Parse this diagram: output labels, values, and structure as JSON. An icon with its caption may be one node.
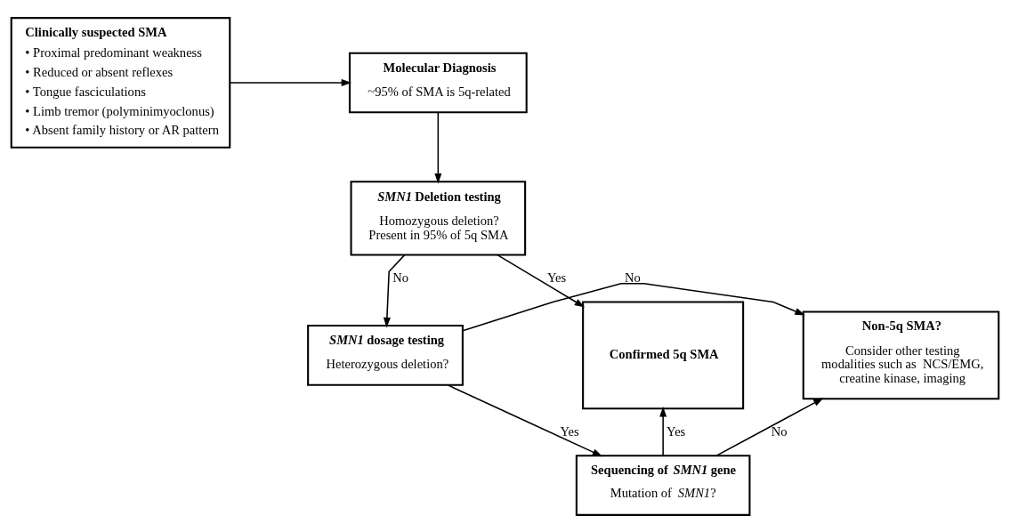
{
  "diagram": {
    "nodes": [
      {
        "text": [
          "Clinically suspected SMA",
          "• Proximal predominant weakness",
          "• Reduced or absent reflexes",
          "• Tongue fasciculations",
          "• Limb tremor (polyminimyoclonus)",
          "• Absent family history or AR pattern"
        ]
      },
      {
        "text": [
          "Molecular Diagnosis",
          "~95% of SMA is 5q-related"
        ]
      },
      {
        "text": [
          "*SMN1* Deletion testing",
          "Homozygous deletion? Present in 95% of 5q SMA"
        ]
      },
      {
        "text": [
          "Non-5q SMA?",
          "Consider other testing modalities such as  NCS/EMG, creatine kinase, imaging"
        ]
      },
      {
        "text": [
          "*SMN1* dosage testing",
          "Heterozygous deletion?"
        ]
      },
      {
        "text": [
          "Confirmed 5q SMA"
        ]
      },
      {
        "text": [
          "Sequencing of *SMN1* gene",
          "Mutation of *SMN1*?"
        ]
      }
    ],
    "edges": [
      {
        "from": 0,
        "to": 1,
        "arrow": "to"
      },
      {
        "from": 1,
        "to": 2,
        "arrow": "to"
      },
      {
        "from": 2,
        "to": 5,
        "arrow": "to",
        "label": "Yes"
      },
      {
        "from": 2,
        "to": 4,
        "arrow": "to",
        "label": "No"
      },
      {
        "from": 4,
        "to": 3,
        "arrow": "to",
        "label": "No"
      },
      {
        "from": 4,
        "to": 6,
        "arrow": "to",
        "label": "Yes"
      },
      {
        "from": 6,
        "to": 3,
        "arrow": "to",
        "label": "No"
      },
      {
        "from": 6,
        "to": 5,
        "arrow": "to",
        "label": "Yes"
      }
    ]
  }
}
